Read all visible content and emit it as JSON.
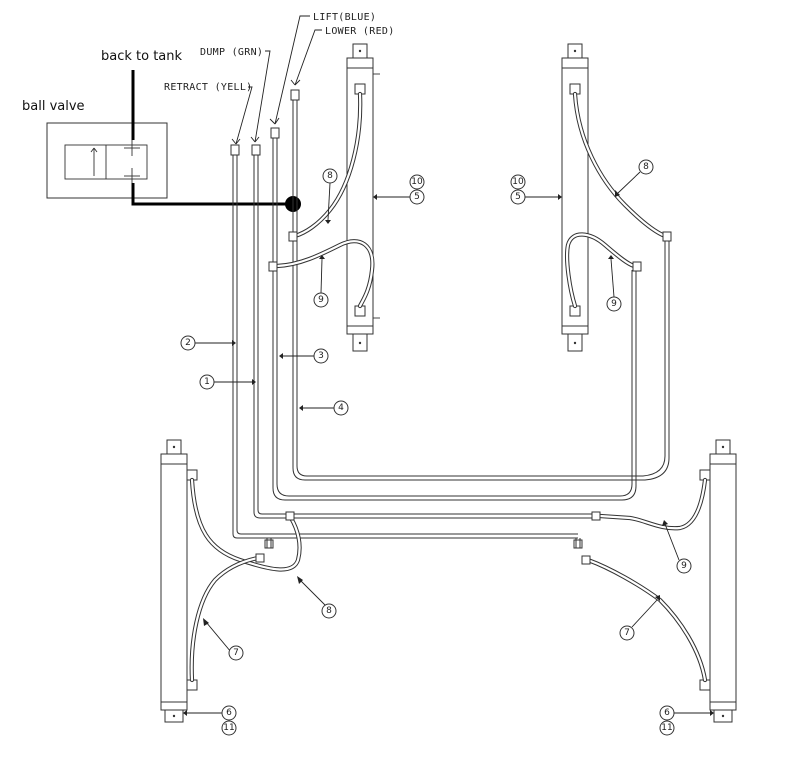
{
  "notes": {
    "back_to_tank": "back to tank",
    "ball_valve": "ball valve"
  },
  "labels": {
    "lift": "LIFT(BLUE)",
    "lower": "LOWER (RED)",
    "dump": "DUMP (GRN)",
    "retract": "RETRACT (YELL)"
  },
  "balloons": {
    "b1": "1",
    "b2": "2",
    "b3": "3",
    "b4": "4",
    "b5_left": "5",
    "b5_right": "5",
    "b6_left": "6",
    "b6_right": "6",
    "b7_left": "7",
    "b7_right": "7",
    "b8_top_left": "8",
    "b8_top_right": "8",
    "b8_bottom": "8",
    "b9_top_left": "9",
    "b9_top_right": "9",
    "b9_bottom": "9",
    "b10_left": "10",
    "b10_right": "10",
    "b11_left": "11",
    "b11_right": "11"
  },
  "colors": {
    "line": "#333333",
    "thick_line": "#000000",
    "background": "#ffffff"
  }
}
